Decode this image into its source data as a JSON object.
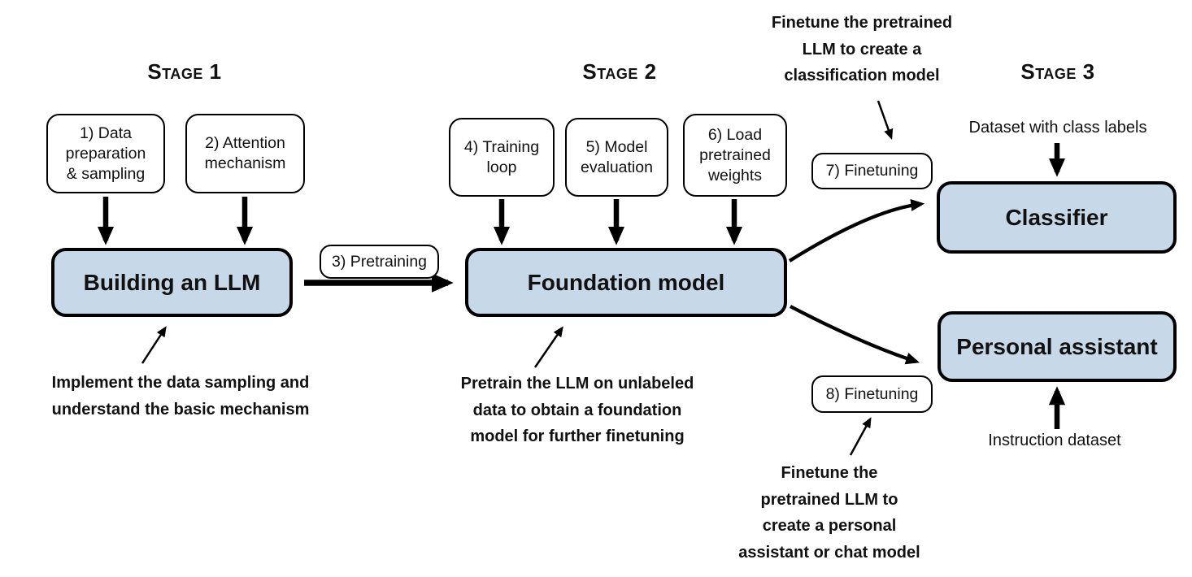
{
  "stages": [
    {
      "title": "Stage 1",
      "steps": [
        {
          "lines": [
            "1) Data",
            "preparation",
            "& sampling"
          ]
        },
        {
          "lines": [
            "2) Attention",
            "mechanism"
          ]
        }
      ]
    },
    {
      "title": "Stage 2",
      "steps": [
        {
          "lines": [
            "4) Training",
            "loop"
          ]
        },
        {
          "lines": [
            "5) Model",
            "evaluation"
          ]
        },
        {
          "lines": [
            "6) Load",
            "pretrained",
            "weights"
          ]
        }
      ]
    },
    {
      "title": "Stage 3"
    }
  ],
  "boxes": {
    "building_llm": "Building an LLM",
    "foundation_model": "Foundation model",
    "classifier": "Classifier",
    "personal_assistant": "Personal assistant"
  },
  "labels": {
    "pretraining": "3) Pretraining",
    "finetuning_7": "7) Finetuning",
    "finetuning_8": "8) Finetuning",
    "dataset_class_labels": "Dataset with class labels",
    "instruction_dataset": "Instruction dataset"
  },
  "annotations": {
    "stage1": [
      "Implement the data sampling and",
      "understand the basic mechanism"
    ],
    "stage2": [
      "Pretrain the LLM on unlabeled",
      "data to obtain a foundation",
      "model for further finetuning"
    ],
    "classification": [
      "Finetune the pretrained",
      "LLM to create a",
      "classification model"
    ],
    "assistant": [
      "Finetune the",
      "pretrained LLM to",
      "create a personal",
      "assistant or chat model"
    ]
  },
  "colors": {
    "main_box_fill": "#c7d8e8",
    "stroke": "#000000",
    "background": "#ffffff"
  }
}
